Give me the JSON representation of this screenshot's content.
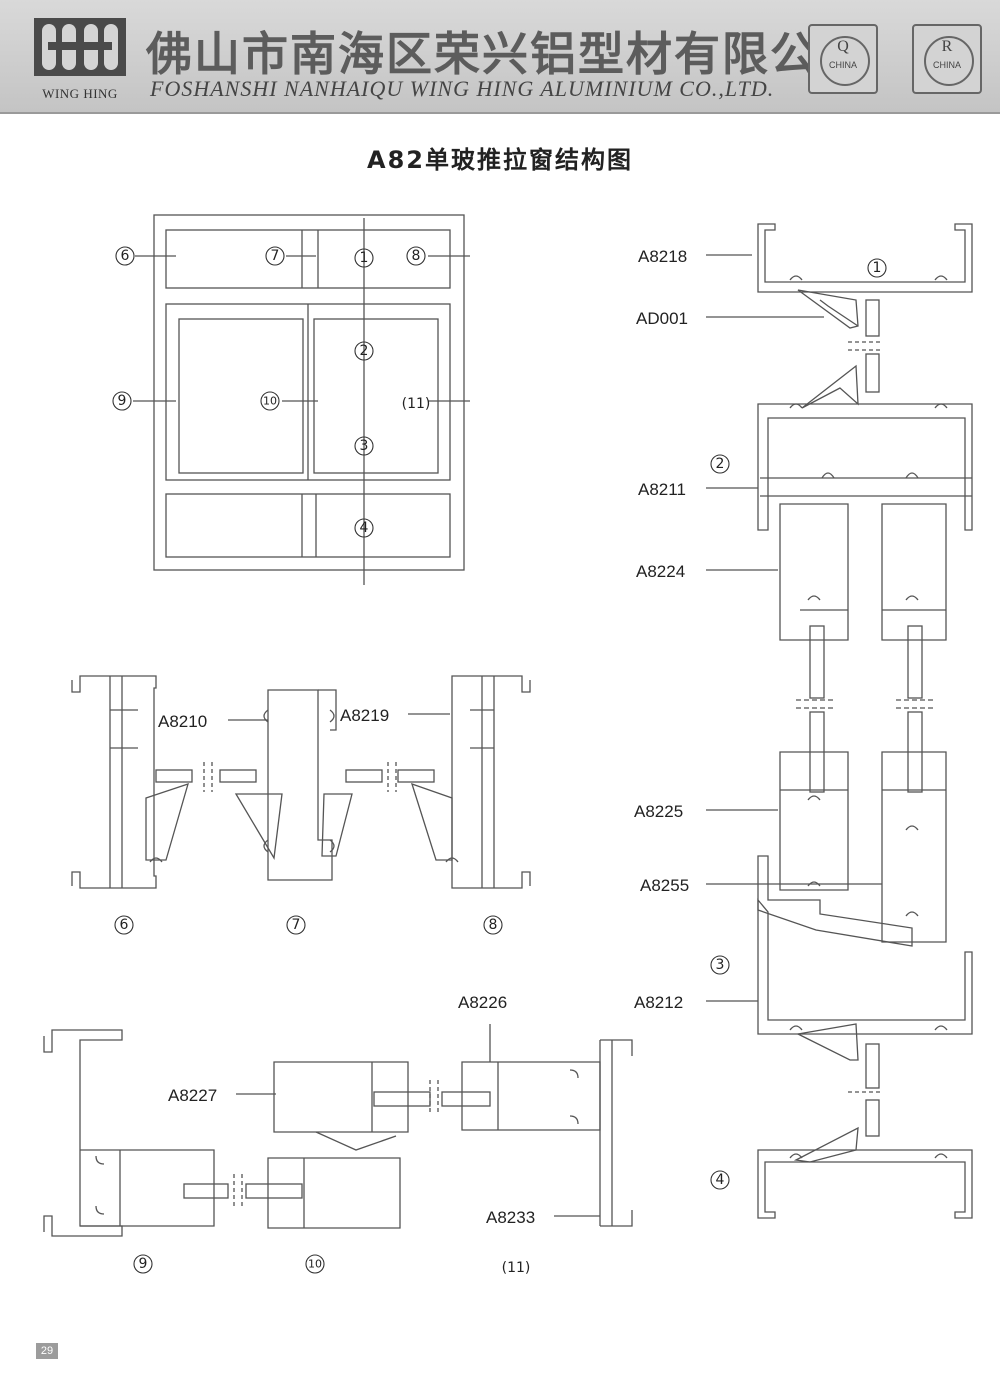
{
  "header": {
    "logo_text": "WING HING",
    "company_cn": "佛山市南海区荣兴铝型材有限公司",
    "company_en": "FOSHANSHI NANHAIQU WING HING ALUMINIUM CO.,LTD.",
    "badge_q": {
      "letter": "Q",
      "sub": "CHINA"
    },
    "badge_r": {
      "letter": "R",
      "sub": "CHINA"
    }
  },
  "title": "A82单玻推拉窗结构图",
  "elevation": {
    "callouts": {
      "c1": "1",
      "c2": "2",
      "c3": "3",
      "c4": "4",
      "c6": "6",
      "c7": "7",
      "c8": "8",
      "c9": "9",
      "c10": "10",
      "c11": "(11)"
    }
  },
  "right_section": {
    "labels": {
      "a8218": "A8218",
      "ad001": "AD001",
      "a8211": "A8211",
      "a8224": "A8224",
      "a8225": "A8225",
      "a8255": "A8255",
      "a8212": "A8212"
    },
    "callouts": {
      "c1": "1",
      "c2": "2",
      "c3": "3",
      "c4": "4"
    }
  },
  "mid_section": {
    "labels": {
      "a8210": "A8210",
      "a8219": "A8219"
    },
    "callouts": {
      "c6": "6",
      "c7": "7",
      "c8": "8"
    }
  },
  "bottom_section": {
    "labels": {
      "a8226": "A8226",
      "a8227": "A8227",
      "a8233": "A8233"
    },
    "callouts": {
      "c9": "9",
      "c10": "10",
      "c11": "(11)"
    }
  },
  "page_number": "29"
}
